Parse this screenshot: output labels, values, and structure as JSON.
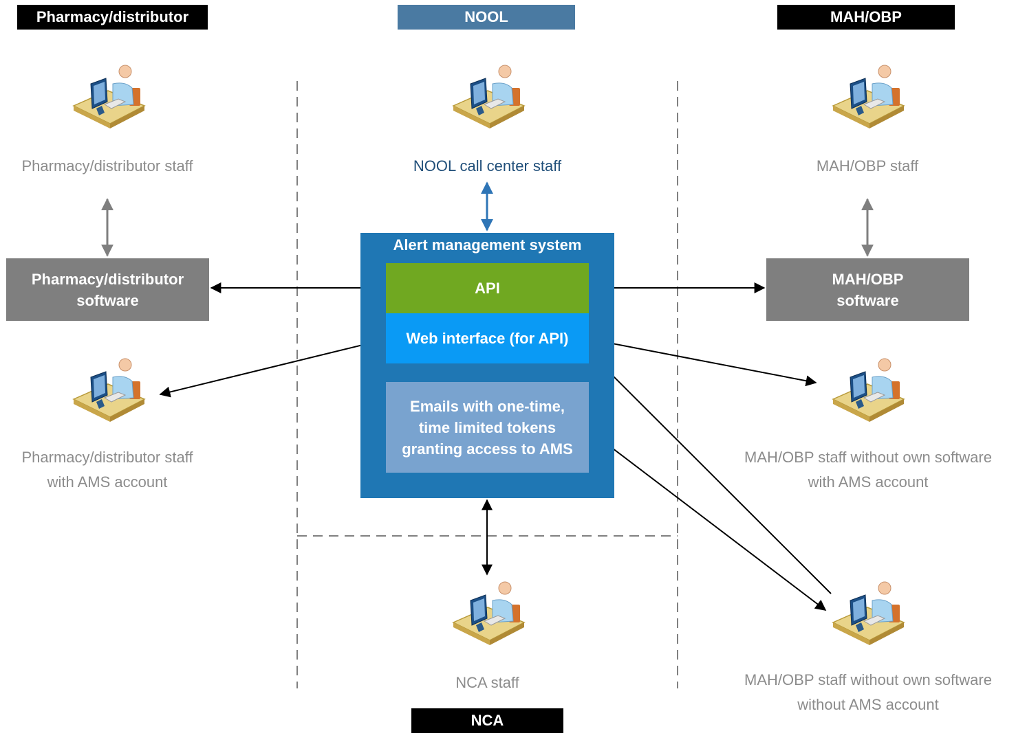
{
  "headers": {
    "pharmacy": "Pharmacy/distributor",
    "nool": "NOOL",
    "mah": "MAH/OBP",
    "nca": "NCA"
  },
  "labels": {
    "pharmacy_staff": "Pharmacy/distributor staff",
    "nool_staff": "NOOL call center staff",
    "mah_staff": "MAH/OBP staff",
    "pharmacy_ams_line1": "Pharmacy/distributor staff",
    "pharmacy_ams_line2": "with AMS account",
    "mah_ams_line1": "MAH/OBP staff without own software",
    "mah_ams_line2": "with AMS account",
    "nca_staff": "NCA staff",
    "mah_noams_line1": "MAH/OBP staff without own software",
    "mah_noams_line2": "without AMS account"
  },
  "boxes": {
    "pharmacy_software_line1": "Pharmacy/distributor",
    "pharmacy_software_line2": "software",
    "mah_software_line1": "MAH/OBP",
    "mah_software_line2": "software"
  },
  "ams": {
    "title": "Alert management system",
    "api": "API",
    "web": "Web interface (for API)",
    "emails_line1": "Emails with one-time,",
    "emails_line2": "time limited tokens",
    "emails_line3": "granting access to AMS"
  },
  "icons": [
    "user-workstation-icon"
  ],
  "colors": {
    "header_black": "#000000",
    "header_blue": "#4a7aa2",
    "ams_blue": "#1f77b4",
    "api_green": "#70a821",
    "web_blue": "#0a9af5",
    "emails_blue": "#79a3cf",
    "software_gray": "#7f7f7f",
    "label_gray": "#8c8c8c",
    "label_darkblue": "#1f4e79"
  }
}
